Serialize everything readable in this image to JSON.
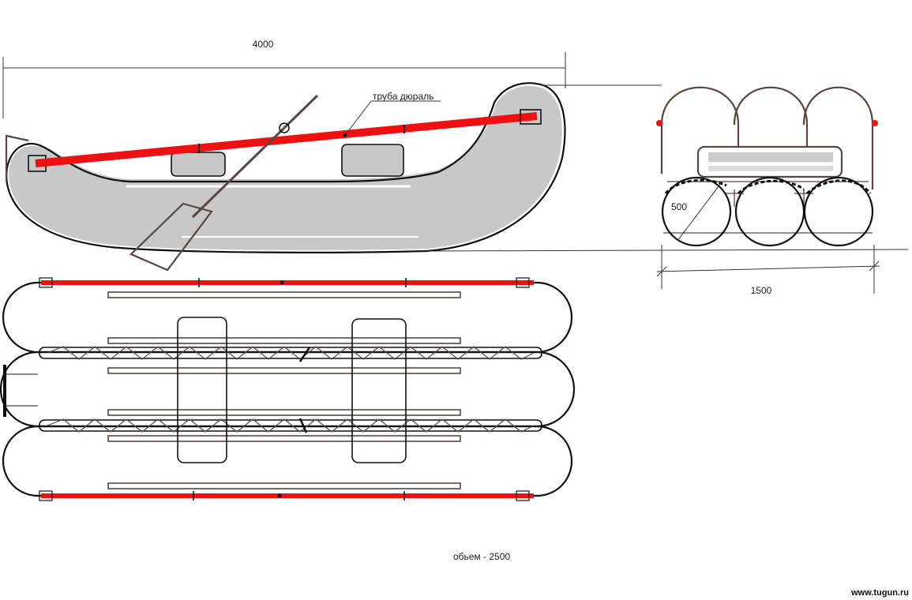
{
  "labels": {
    "length_dim": "4000",
    "tube_label": "труба дюраль",
    "width_dim": "1500",
    "radius_dim": "500",
    "volume": "обьем - 2500",
    "watermark": "www.tugun.ru"
  },
  "colors": {
    "frame_tube": "#ee1111",
    "hull_fill": "#c8c8c8",
    "outline": "#111111",
    "fitting": "#5a4540"
  }
}
